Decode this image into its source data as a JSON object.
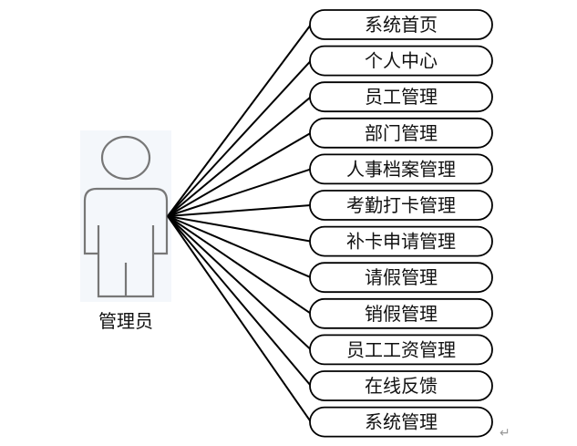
{
  "actor": {
    "label": "管理员",
    "icon": "person-icon"
  },
  "use_cases": [
    "系统首页",
    "个人中心",
    "员工管理",
    "部门管理",
    "人事档案管理",
    "考勤打卡管理",
    "补卡申请管理",
    "请假管理",
    "销假管理",
    "员工工资管理",
    "在线反馈",
    "系统管理"
  ],
  "paragraph_mark": "↵"
}
